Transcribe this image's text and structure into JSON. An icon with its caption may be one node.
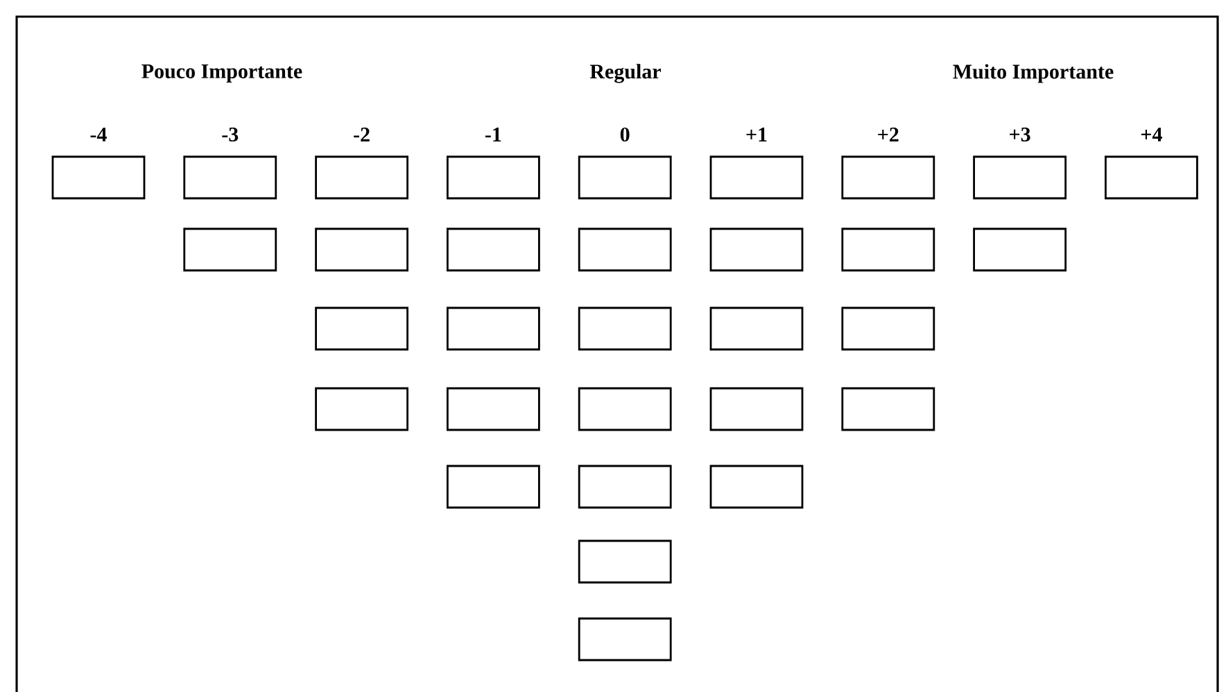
{
  "diagram": {
    "nodes": [
      {
        "text": [],
        "shape": "box"
      },
      {
        "text": [],
        "shape": "box"
      },
      {
        "text": [],
        "shape": "box"
      },
      {
        "text": [],
        "shape": "box"
      },
      {
        "text": [],
        "shape": "box"
      },
      {
        "text": [],
        "shape": "box"
      },
      {
        "text": [],
        "shape": "box"
      },
      {
        "text": [],
        "shape": "box"
      },
      {
        "text": [],
        "shape": "box"
      },
      {
        "text": [],
        "shape": "box"
      },
      {
        "text": [],
        "shape": "box"
      },
      {
        "text": [],
        "shape": "box"
      },
      {
        "text": [],
        "shape": "box"
      },
      {
        "text": [],
        "shape": "box"
      },
      {
        "text": [],
        "shape": "box"
      },
      {
        "text": [],
        "shape": "box"
      },
      {
        "text": [],
        "shape": "box"
      },
      {
        "text": [],
        "shape": "box"
      },
      {
        "text": [],
        "shape": "box"
      },
      {
        "text": [],
        "shape": "box"
      },
      {
        "text": [],
        "shape": "box"
      },
      {
        "text": [],
        "shape": "box"
      },
      {
        "text": [],
        "shape": "box"
      },
      {
        "text": [],
        "shape": "box"
      },
      {
        "text": [],
        "shape": "box"
      },
      {
        "text": [],
        "shape": "box"
      },
      {
        "text": [],
        "shape": "box"
      },
      {
        "text": [],
        "shape": "box"
      },
      {
        "text": [],
        "shape": "box"
      },
      {
        "text": [],
        "shape": "box"
      },
      {
        "text": [],
        "shape": "box"
      }
    ],
    "labels": [
      "Pouco Importante",
      "Regular",
      "Muito Importante",
      "-4",
      "-3",
      "-2",
      "-1",
      "0",
      "+1",
      "+2",
      "+3",
      "+4"
    ]
  }
}
